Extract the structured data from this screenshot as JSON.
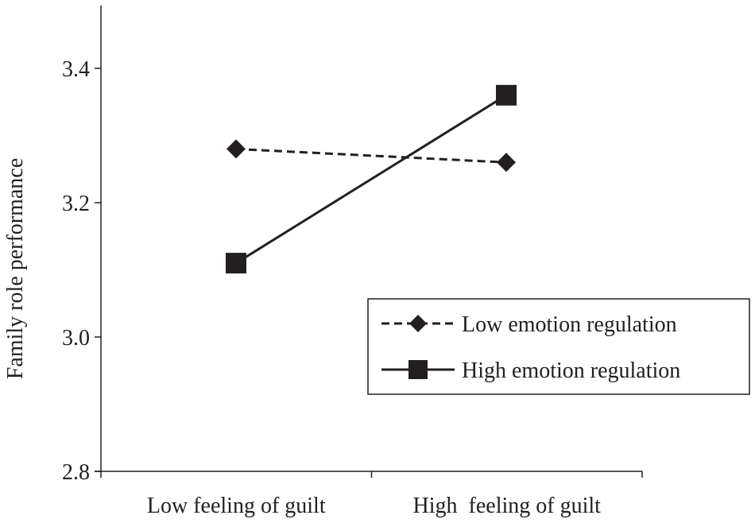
{
  "chart_data": {
    "type": "line",
    "title": "",
    "xlabel": "",
    "ylabel": "Family role performance",
    "categories": [
      "Low feeling of guilt",
      "High  feeling of guilt"
    ],
    "ylim": [
      2.8,
      3.5
    ],
    "yticks": [
      "2.8",
      "3.0",
      "3.2",
      "3.4"
    ],
    "grid": false,
    "legend_position": "right",
    "series": [
      {
        "name": "Low emotion regulation",
        "values": [
          3.28,
          3.26
        ],
        "line_style": "dashed",
        "marker": "diamond"
      },
      {
        "name": "High emotion regulation",
        "values": [
          3.11,
          3.36
        ],
        "line_style": "solid",
        "marker": "square"
      }
    ],
    "colors": {
      "ink": "#231f20",
      "background": "#ffffff"
    }
  }
}
